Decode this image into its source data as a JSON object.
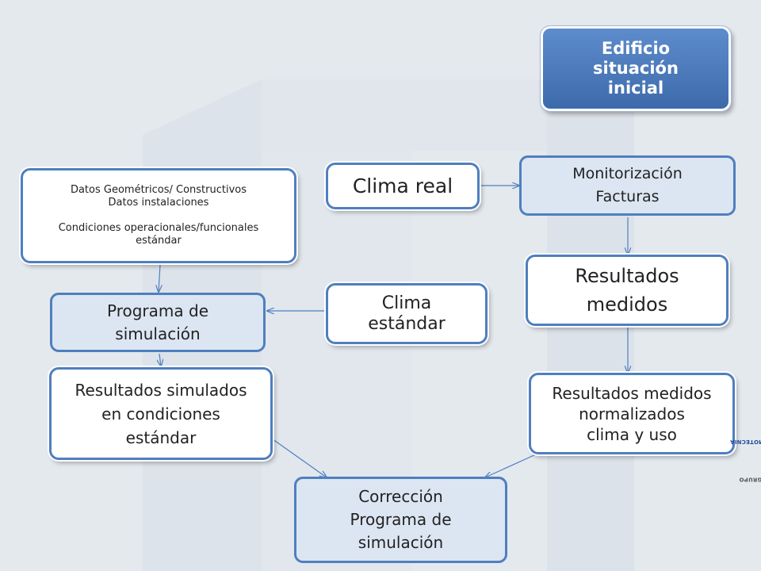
{
  "nodes": {
    "edificio": "Edificio\nsituación\ninicial",
    "monitorizacion": "Monitorización\nFacturas",
    "clima_real": "Clima real",
    "datos": "Datos Geométricos/ Constructivos\nDatos instalaciones\n\nCondiciones operacionales/funcionales\nestándar",
    "resultados_medidos": "Resultados\nmedidos",
    "clima_estandar": "Clima\nestándar",
    "programa": "Programa de\nsimulación",
    "resultados_simulados": "Resultados simulados\nen condiciones\nestándar",
    "resultados_normalizados": "Resultados medidos\nnormalizados\n clima y uso",
    "correccion": "Corrección\nPrograma de\nsimulación"
  },
  "watermark": {
    "prefix": "©GRUPO",
    "brand": "TERMOTECNIA"
  },
  "colors": {
    "accent": "#4f7fbf",
    "dark_box": "#4a79bd",
    "light_box": "#dce6f2",
    "background": "#e4e9ee"
  }
}
